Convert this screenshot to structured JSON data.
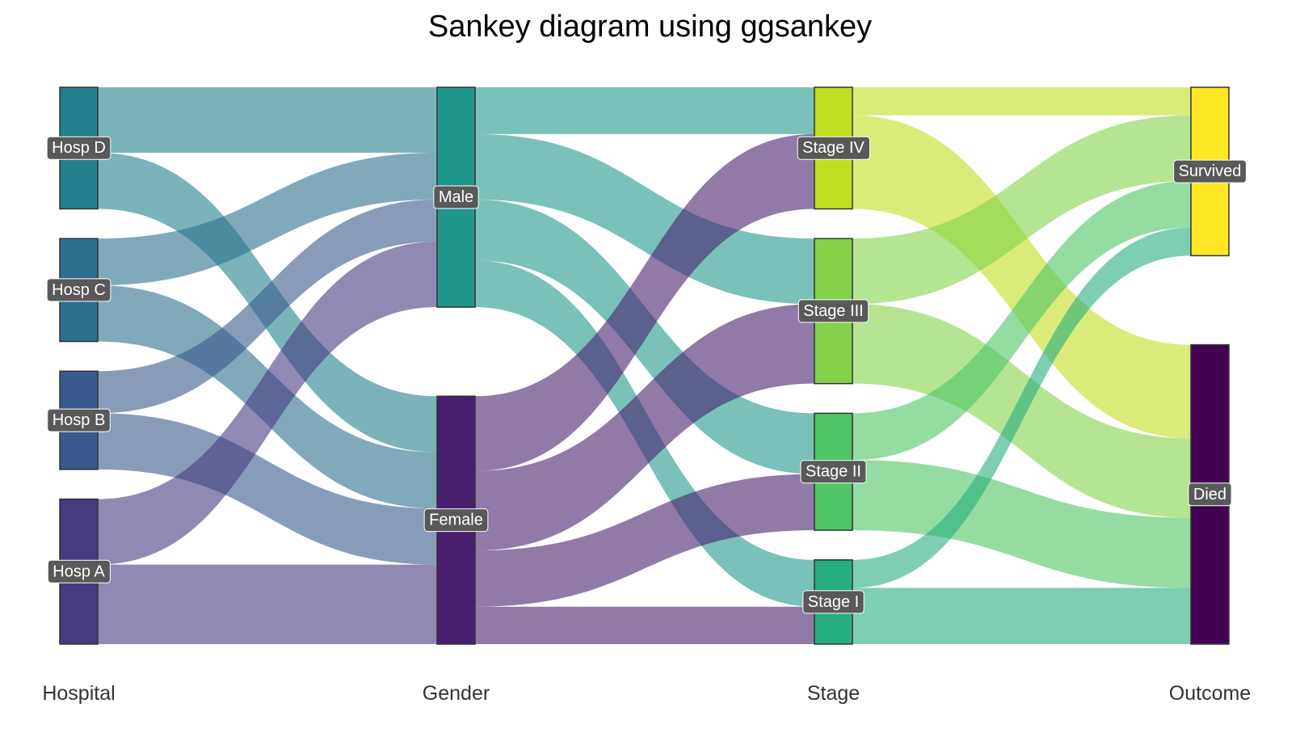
{
  "title": "Sankey diagram using ggsankey",
  "colors": {
    "label_fill": "#595959",
    "node_stroke": "#333333",
    "flow_opacity": 0.6
  },
  "chart_data": {
    "type": "sankey",
    "axes": [
      {
        "label": "Hospital",
        "nodes": [
          {
            "name": "Hosp D",
            "value": 26,
            "color": "#21808C"
          },
          {
            "name": "Hosp C",
            "value": 22,
            "color": "#2B6F8C"
          },
          {
            "name": "Hosp B",
            "value": 21,
            "color": "#385A8C"
          },
          {
            "name": "Hosp A",
            "value": 31,
            "color": "#463A80"
          }
        ]
      },
      {
        "label": "Gender",
        "nodes": [
          {
            "name": "Male",
            "value": 47,
            "color": "#1F988B"
          },
          {
            "name": "Female",
            "value": 53,
            "color": "#481F6E"
          }
        ]
      },
      {
        "label": "Stage",
        "nodes": [
          {
            "name": "Stage IV",
            "value": 26,
            "color": "#C2DE22"
          },
          {
            "name": "Stage III",
            "value": 31,
            "color": "#84D24A"
          },
          {
            "name": "Stage II",
            "value": 25,
            "color": "#4FC565"
          },
          {
            "name": "Stage I",
            "value": 18,
            "color": "#26AE7E"
          }
        ]
      },
      {
        "label": "Outcome",
        "nodes": [
          {
            "name": "Survived",
            "value": 36,
            "color": "#FDE725"
          },
          {
            "name": "Died",
            "value": 64,
            "color": "#440154"
          }
        ]
      }
    ],
    "links": [
      {
        "source": "Hosp D",
        "target": "Male",
        "value": 14
      },
      {
        "source": "Hosp D",
        "target": "Female",
        "value": 12
      },
      {
        "source": "Hosp C",
        "target": "Male",
        "value": 10
      },
      {
        "source": "Hosp C",
        "target": "Female",
        "value": 12
      },
      {
        "source": "Hosp B",
        "target": "Male",
        "value": 9
      },
      {
        "source": "Hosp B",
        "target": "Female",
        "value": 12
      },
      {
        "source": "Hosp A",
        "target": "Male",
        "value": 14
      },
      {
        "source": "Hosp A",
        "target": "Female",
        "value": 17
      },
      {
        "source": "Male",
        "target": "Stage IV",
        "value": 10
      },
      {
        "source": "Male",
        "target": "Stage III",
        "value": 14
      },
      {
        "source": "Male",
        "target": "Stage II",
        "value": 13
      },
      {
        "source": "Male",
        "target": "Stage I",
        "value": 10
      },
      {
        "source": "Female",
        "target": "Stage IV",
        "value": 16
      },
      {
        "source": "Female",
        "target": "Stage III",
        "value": 17
      },
      {
        "source": "Female",
        "target": "Stage II",
        "value": 12
      },
      {
        "source": "Female",
        "target": "Stage I",
        "value": 8
      },
      {
        "source": "Stage IV",
        "target": "Survived",
        "value": 6
      },
      {
        "source": "Stage IV",
        "target": "Died",
        "value": 20
      },
      {
        "source": "Stage III",
        "target": "Survived",
        "value": 14
      },
      {
        "source": "Stage III",
        "target": "Died",
        "value": 17
      },
      {
        "source": "Stage II",
        "target": "Survived",
        "value": 10
      },
      {
        "source": "Stage II",
        "target": "Died",
        "value": 15
      },
      {
        "source": "Stage I",
        "target": "Survived",
        "value": 6
      },
      {
        "source": "Stage I",
        "target": "Died",
        "value": 12
      }
    ]
  }
}
